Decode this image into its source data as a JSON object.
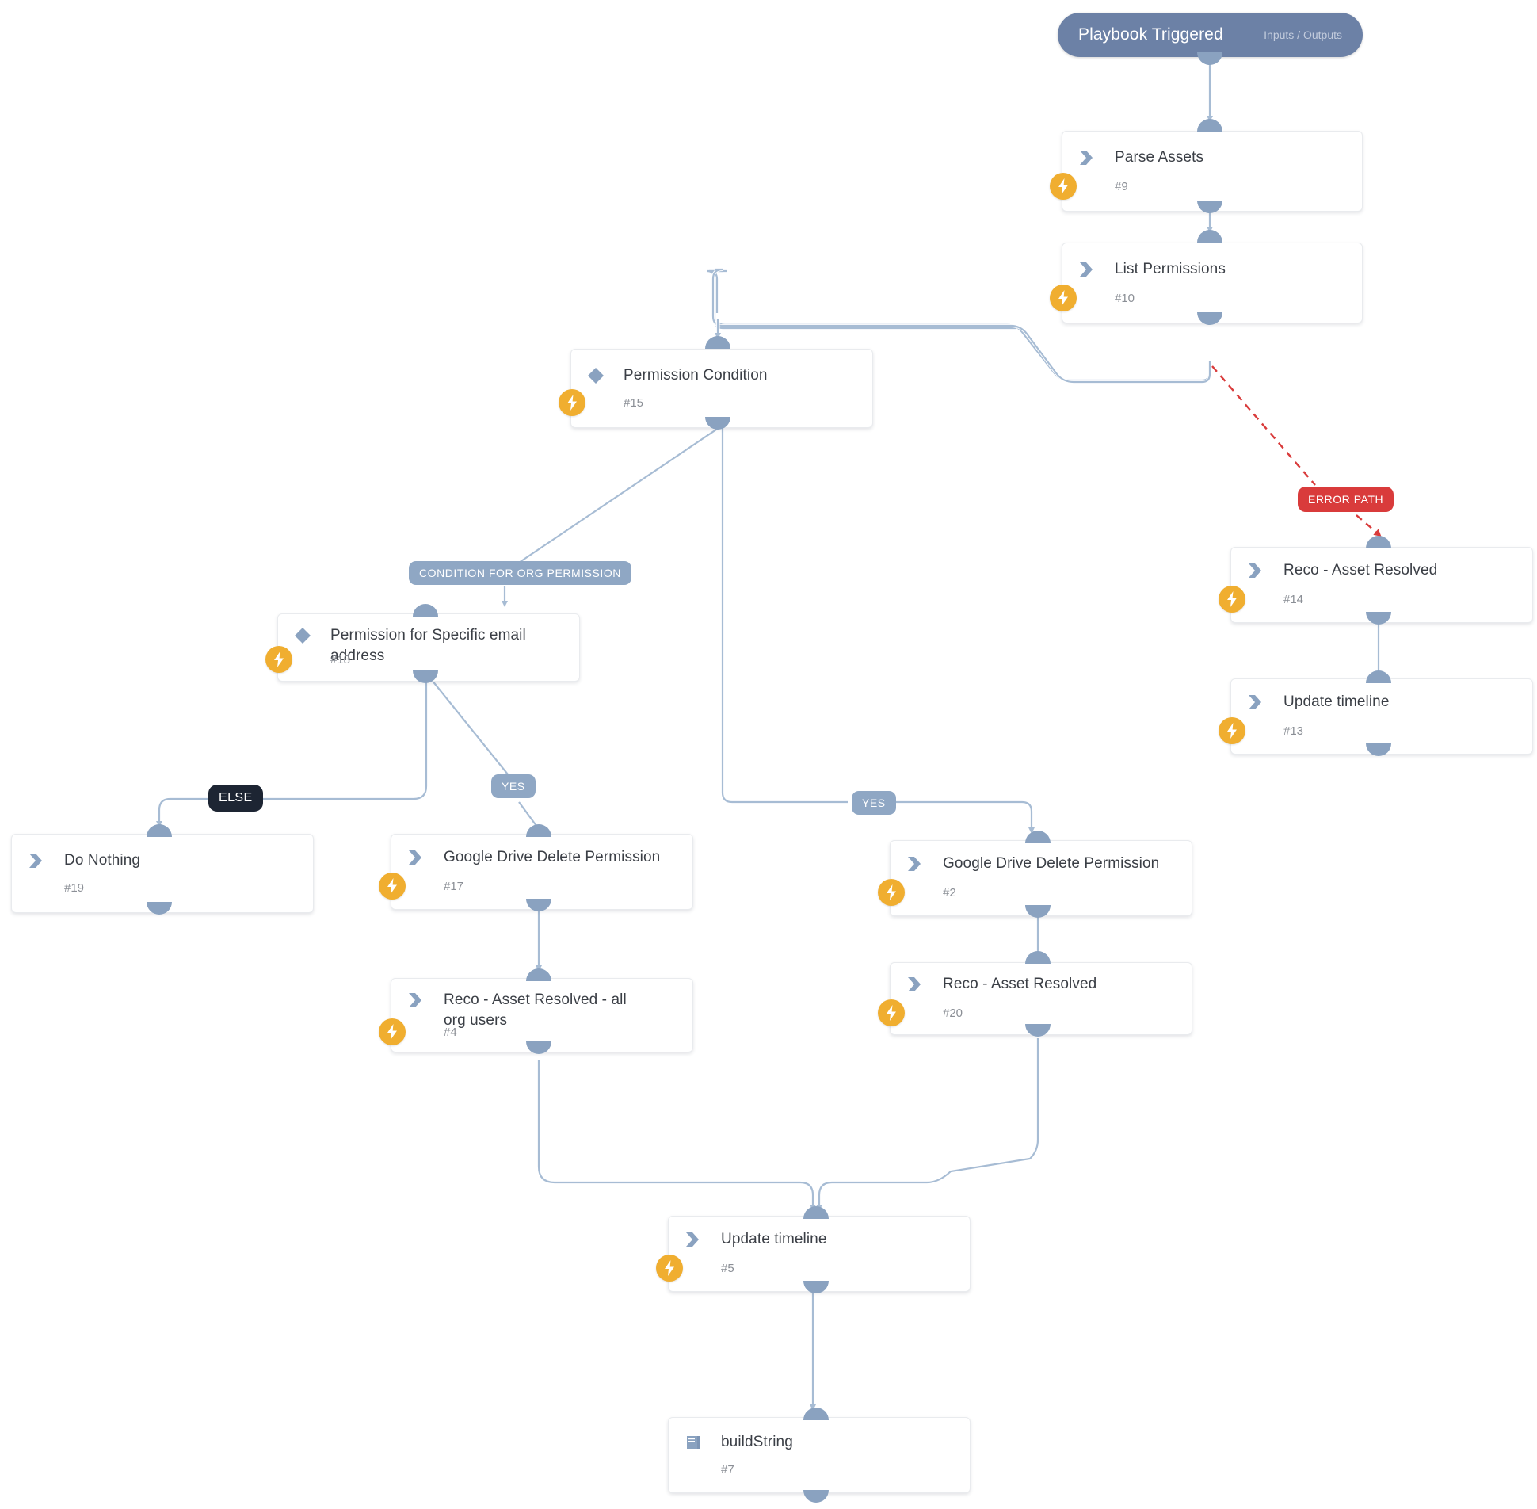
{
  "diagram": {
    "type": "playbook-flow",
    "background": "#ffffff",
    "colors": {
      "trigger": "#6c81a6",
      "port": "#8aa2c0",
      "edge": "#a7bcd4",
      "bolt": "#f0ae30",
      "label_blue": "#8fa7c4",
      "label_dark": "#1d2533",
      "label_red": "#d93b3b",
      "card_border": "#e9ebee",
      "title_text": "#3b3f46",
      "step_text": "#8b8f96"
    }
  },
  "trigger": {
    "title": "Playbook Triggered",
    "io_label": "Inputs / Outputs"
  },
  "nodes": [
    {
      "id": "n9",
      "title": "Parse Assets",
      "step": "#9",
      "icon": "flag-icon",
      "bolt": true
    },
    {
      "id": "n10",
      "title": "List Permissions",
      "step": "#10",
      "icon": "flag-icon",
      "bolt": true
    },
    {
      "id": "n15",
      "title": "Permission Condition",
      "step": "#15",
      "icon": "diamond-icon",
      "bolt": true
    },
    {
      "id": "n18",
      "title": "Permission for Specific email address",
      "step": "#18",
      "icon": "diamond-icon",
      "bolt": true
    },
    {
      "id": "n19",
      "title": "Do Nothing",
      "step": "#19",
      "icon": "flag-icon",
      "bolt": false
    },
    {
      "id": "n17",
      "title": "Google Drive Delete Permission",
      "step": "#17",
      "icon": "flag-icon",
      "bolt": true
    },
    {
      "id": "n4",
      "title": "Reco - Asset Resolved - all org users",
      "step": "#4",
      "icon": "flag-icon",
      "bolt": true
    },
    {
      "id": "n2",
      "title": "Google Drive Delete Permission",
      "step": "#2",
      "icon": "flag-icon",
      "bolt": true
    },
    {
      "id": "n20",
      "title": "Reco - Asset Resolved",
      "step": "#20",
      "icon": "flag-icon",
      "bolt": true
    },
    {
      "id": "n14",
      "title": "Reco - Asset Resolved",
      "step": "#14",
      "icon": "flag-icon",
      "bolt": true
    },
    {
      "id": "n13",
      "title": "Update timeline",
      "step": "#13",
      "icon": "flag-icon",
      "bolt": true
    },
    {
      "id": "n5",
      "title": "Update timeline",
      "step": "#5",
      "icon": "flag-icon",
      "bolt": true
    },
    {
      "id": "n7",
      "title": "buildString",
      "step": "#7",
      "icon": "script-icon",
      "bolt": false
    }
  ],
  "edge_labels": {
    "condition_org": "CONDITION FOR ORG PERMISSION",
    "else": "ELSE",
    "yes_left": "YES",
    "yes_right": "YES",
    "error_path": "ERROR PATH"
  }
}
